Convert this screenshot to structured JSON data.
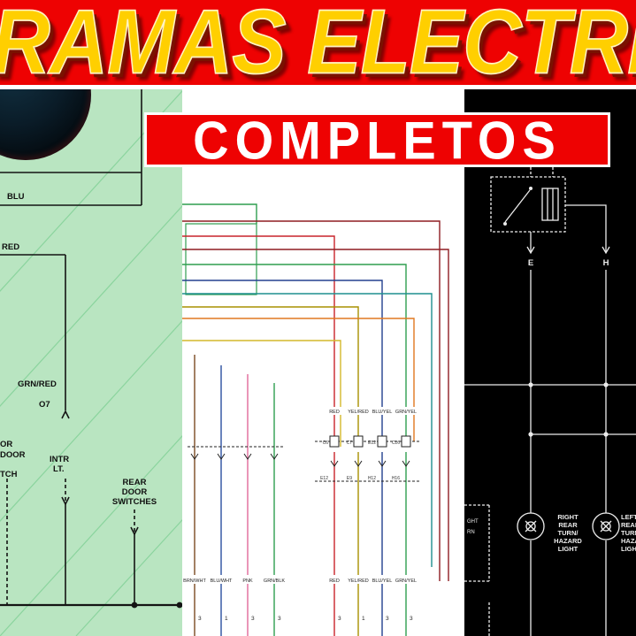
{
  "banner": {
    "title": "GRAMAS ELECTRIC",
    "subtitle": "COMPLETOS"
  },
  "colors": {
    "banner_red": "#ee0202",
    "title_yellow": "#ffcf00",
    "panel_green": "#b9e5c1",
    "panel_white": "#ffffff",
    "panel_black": "#000000",
    "wire_red": "#c9242b",
    "wire_maroon": "#8f1d22",
    "wire_green": "#2f9e4f",
    "wire_navy": "#23408f",
    "wire_teal": "#1f8f8f",
    "wire_olive": "#a89000",
    "wire_orange": "#e07820",
    "wire_yellow": "#d4b82a",
    "wire_brown": "#7a4a22",
    "wire_pink": "#e06a9a",
    "wire_blue": "#2a4fa0"
  },
  "left_panel": {
    "blu": "BLU",
    "red": "RED",
    "grn_red": "GRN/RED",
    "o7": "O7",
    "intr": "INTR",
    "lt": "LT.",
    "cut_or": "OR",
    "cut_door": "DOOR",
    "cut_tch": "TCH",
    "rear": "REAR",
    "door": "DOOR",
    "switches": "SWITCHES"
  },
  "middle_panel": {
    "top_labels": [
      "RED",
      "YEL/RED",
      "BLU/YEL",
      "GRN/YEL"
    ],
    "conn_top": [
      "C6",
      "C7",
      "E12",
      "C16"
    ],
    "conn_bottom": [
      "E12",
      "E9",
      "H12",
      "H16"
    ],
    "bottom_labels": [
      "BRN/WHT",
      "BLU/WHT",
      "PNK",
      "GRN/BLK",
      "RED",
      "YEL/RED",
      "BLU/YEL",
      "GRN/YEL"
    ],
    "pins": [
      "3",
      "1",
      "3",
      "3",
      "3",
      "1",
      "3",
      "3"
    ]
  },
  "right_panel": {
    "e": "E",
    "h": "H",
    "right_lamp": [
      "RIGHT",
      "REAR",
      "TURN/",
      "HAZARD",
      "LIGHT"
    ],
    "left_lamp": [
      "LEFT",
      "REAR",
      "TURN/",
      "HAZARD",
      "LIGHT"
    ],
    "cut_ght": "GHT",
    "cut_rn": "RN"
  }
}
